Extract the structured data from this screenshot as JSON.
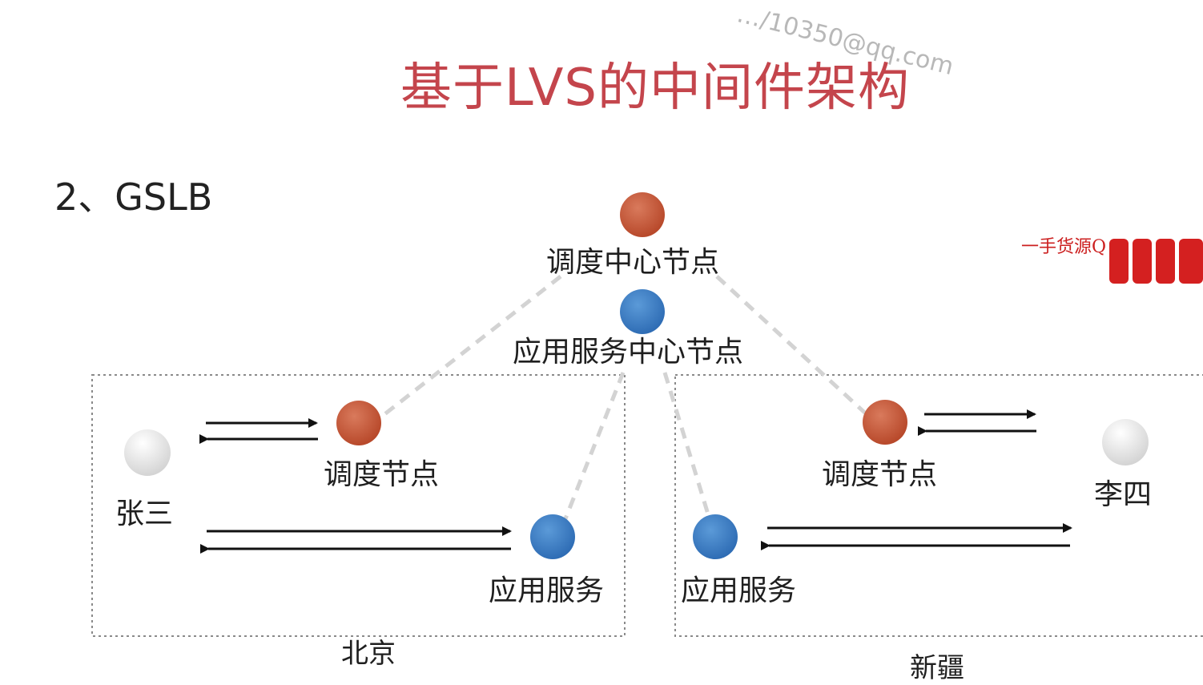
{
  "title": "基于LVS的中间件架构",
  "subtitle": "2、GSLB",
  "watermark_email": "…/10350@qq.com",
  "watermark_ad": "一手货源Q",
  "nodes": {
    "central_dispatch": "调度中心节点",
    "central_app": "应用服务中心节点",
    "bj_dispatch": "调度节点",
    "bj_app": "应用服务",
    "xj_dispatch": "调度节点",
    "xj_app": "应用服务"
  },
  "users": {
    "left": "张三",
    "right": "李四"
  },
  "regions": {
    "left": "北京",
    "right": "新疆"
  },
  "colors": {
    "title": "#c4454c",
    "dispatch_node": "#c65a3a",
    "app_node": "#3a7cc3",
    "user_node": "#e6e6e6",
    "dotted_line": "#d0d0d0",
    "region_border": "#8a8a8a",
    "arrow": "#111111"
  }
}
